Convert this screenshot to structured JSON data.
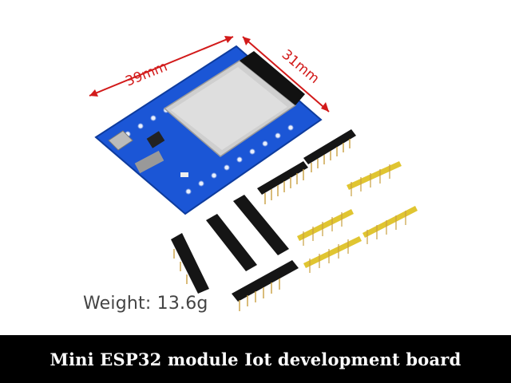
{
  "dimensions": {
    "length": "39mm",
    "width": "31mm",
    "color": "#d21a1a"
  },
  "weight": "Weight: 13.6g",
  "caption": "Mini ESP32 module Iot development board",
  "colors": {
    "pcb": "#1b56d6",
    "header_black": "#151515",
    "header_yellow": "#e0c531",
    "pins": "#c9a040"
  }
}
